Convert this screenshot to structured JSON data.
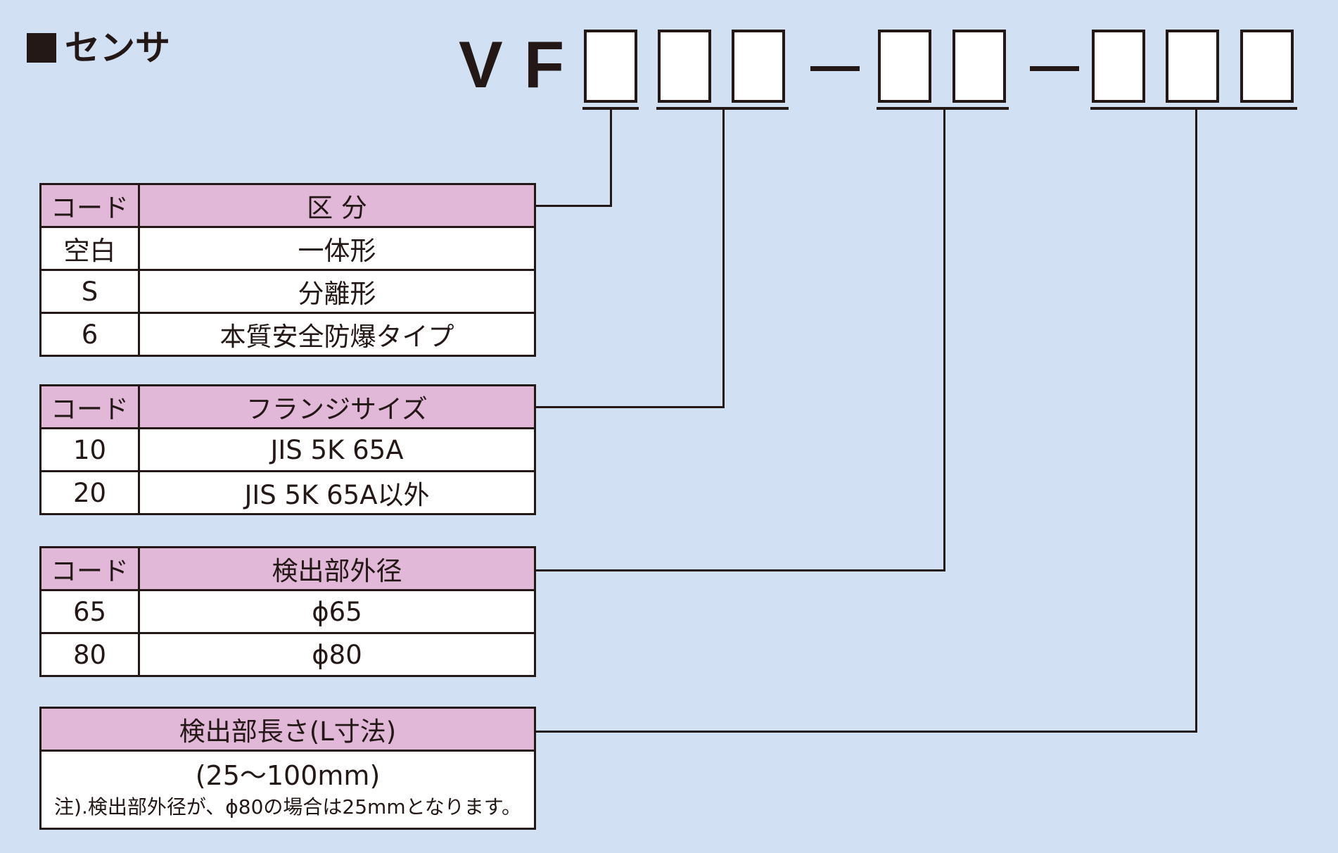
{
  "heading": {
    "title": "センサ"
  },
  "model": {
    "prefix": "VF"
  },
  "tables": {
    "type": {
      "header": {
        "code": "コード",
        "label": "区 分"
      },
      "rows": [
        {
          "code": "空白",
          "label": "一体形"
        },
        {
          "code": "S",
          "label": "分離形"
        },
        {
          "code": "6",
          "label": "本質安全防爆タイプ"
        }
      ]
    },
    "flange": {
      "header": {
        "code": "コード",
        "label": "フランジサイズ"
      },
      "rows": [
        {
          "code": "10",
          "label": "JIS 5K 65A"
        },
        {
          "code": "20",
          "label": "JIS 5K 65A以外"
        }
      ]
    },
    "diameter": {
      "header": {
        "code": "コード",
        "label": "検出部外径"
      },
      "rows": [
        {
          "code": "65",
          "label": "ϕ65"
        },
        {
          "code": "80",
          "label": "ϕ80"
        }
      ]
    },
    "length": {
      "header": "検出部長さ(L寸法)",
      "range": "(25〜100mm)",
      "note": "注).検出部外径が、ϕ80の場合は25mmとなります。"
    }
  },
  "colors": {
    "background": "#d1e0f2",
    "header_fill": "#e1b8d8",
    "line": "#231815"
  }
}
